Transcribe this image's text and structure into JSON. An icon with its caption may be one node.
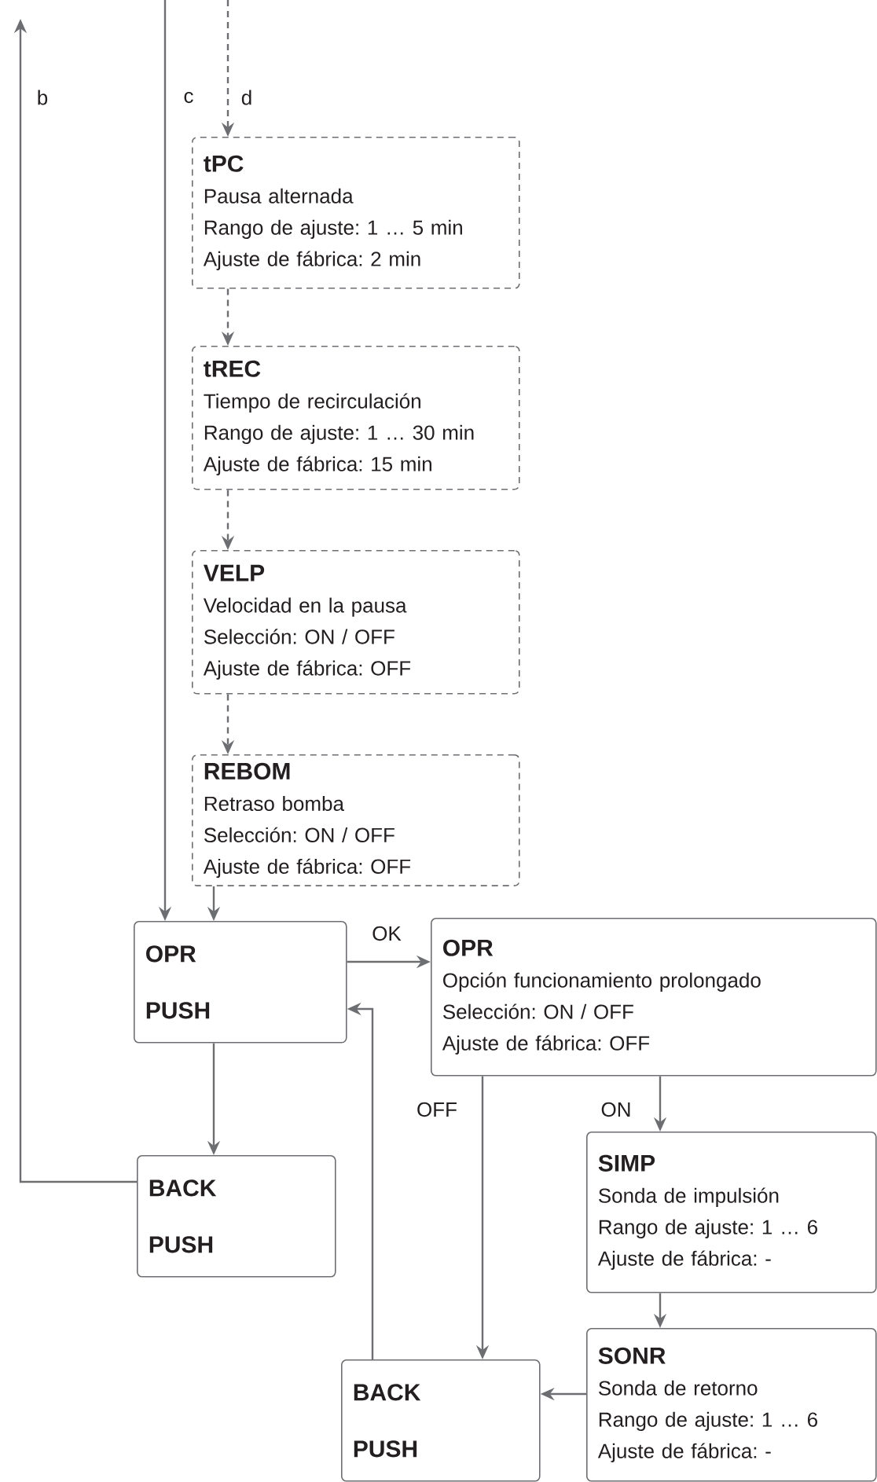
{
  "diagram": {
    "nodes": [
      {
        "text": [
          "tPC",
          "Pausa alternada",
          "Rango de ajuste: 1 … 5 min",
          "Ajuste de fábrica: 2 min"
        ]
      },
      {
        "text": [
          "tREC",
          "Tiempo de recirculación",
          "Rango de ajuste: 1 … 30 min",
          "Ajuste de fábrica: 15 min"
        ]
      },
      {
        "text": [
          "VELP",
          "Velocidad en la pausa",
          "Selección: ON / OFF",
          "Ajuste de fábrica: OFF"
        ]
      },
      {
        "text": [
          "REBOM",
          "Retraso bomba",
          "Selección: ON / OFF",
          "Ajuste de fábrica: OFF"
        ]
      },
      {
        "text": [
          "OPR",
          "PUSH"
        ]
      },
      {
        "text": [
          "OPR",
          "Opción funcionamiento prolongado",
          "Selección: ON / OFF",
          "Ajuste de fábrica: OFF"
        ]
      },
      {
        "text": [
          "BACK",
          "PUSH"
        ]
      },
      {
        "text": [
          "SIMP",
          "Sonda de impulsión",
          "Rango de ajuste: 1 … 6",
          "Ajuste de fábrica: -"
        ]
      },
      {
        "text": [
          "BACK",
          "PUSH"
        ]
      },
      {
        "text": [
          "SONR",
          "Sonda de retorno",
          "Rango de ajuste: 1 … 6",
          "Ajuste de fábrica: -"
        ]
      }
    ],
    "edges": [
      {
        "from": null,
        "to": 0,
        "arrow": "to",
        "style": "dashed",
        "label": "d"
      },
      {
        "from": 0,
        "to": 1,
        "arrow": "to",
        "style": "dashed"
      },
      {
        "from": 1,
        "to": 2,
        "arrow": "to",
        "style": "dashed"
      },
      {
        "from": 2,
        "to": 3,
        "arrow": "to",
        "style": "dashed"
      },
      {
        "from": null,
        "to": 4,
        "arrow": "to",
        "label": "c"
      },
      {
        "from": 3,
        "to": 4,
        "arrow": "to"
      },
      {
        "from": 4,
        "to": 5,
        "arrow": "to",
        "label": "OK"
      },
      {
        "from": 4,
        "to": 6,
        "arrow": "to"
      },
      {
        "from": 6,
        "to": null,
        "arrow": "to",
        "label": "b"
      },
      {
        "from": 5,
        "to": 7,
        "arrow": "to",
        "label": "ON"
      },
      {
        "from": 5,
        "to": 8,
        "arrow": "to",
        "label": "OFF"
      },
      {
        "from": 7,
        "to": 9,
        "arrow": "to"
      },
      {
        "from": 9,
        "to": 8,
        "arrow": "to"
      },
      {
        "from": 8,
        "to": 4,
        "arrow": "to"
      }
    ]
  }
}
